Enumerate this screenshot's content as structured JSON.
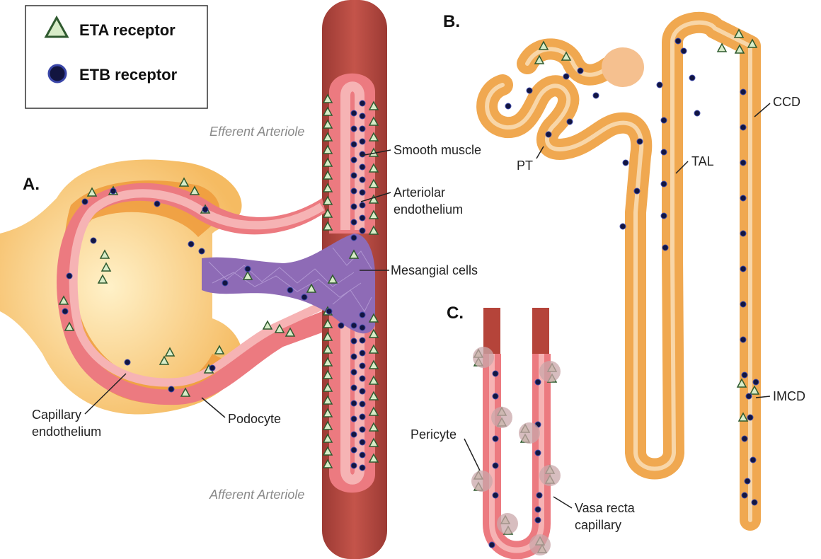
{
  "legend": {
    "eta_label": "ETA receptor",
    "etb_label": "ETB receptor"
  },
  "panels": {
    "a": "A.",
    "b": "B.",
    "c": "C."
  },
  "panel_a": {
    "efferent": "Efferent Arteriole",
    "afferent": "Afferent Arteriole",
    "smooth_muscle": "Smooth muscle",
    "arteriolar_line1": "Arteriolar",
    "arteriolar_line2": "endothelium",
    "mesangial": "Mesangial cells",
    "capillary_line1": "Capillary",
    "capillary_line2": "endothelium",
    "podocyte": "Podocyte"
  },
  "panel_b": {
    "pt": "PT",
    "tal": "TAL",
    "ccd": "CCD",
    "imcd": "IMCD"
  },
  "panel_c": {
    "pericyte": "Pericyte",
    "vasa_line1": "Vasa recta",
    "vasa_line2": "capillary"
  },
  "colors": {
    "eta_fill": "#d8ecc8",
    "eta_stroke": "#2f5a2f",
    "etb_fill": "#121540",
    "etb_stroke": "#3a46a8",
    "tubule": "#f0a850",
    "tubule_lumen": "#f8d6a8",
    "vessel_outer": "#b5443a",
    "vessel_wall": "#ec7a80",
    "vessel_lumen": "#f6b3b4",
    "glomerulus_outer": "#f7c87a",
    "mesangial": "#8e6bb6"
  }
}
